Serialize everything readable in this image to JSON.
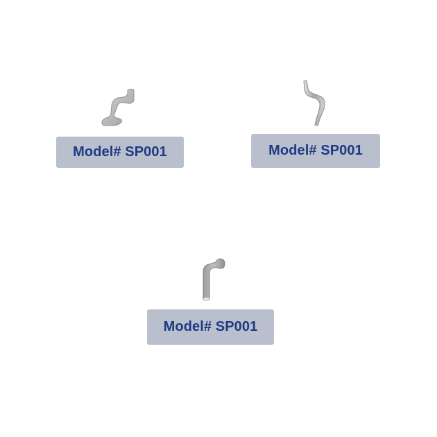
{
  "products": [
    {
      "name": "part-z-bracket",
      "icon": "z-bent-bracket-image",
      "label": "Model# SP001"
    },
    {
      "name": "part-angled-rod",
      "icon": "angled-rod-image",
      "label": "Model# SP001"
    },
    {
      "name": "part-l-rod",
      "icon": "l-bent-rod-image",
      "label": "Model# SP001"
    }
  ],
  "colors": {
    "label_bg": "#b9bfcc",
    "label_text": "#1f3a86",
    "part_metal": "#b4b6b6"
  }
}
